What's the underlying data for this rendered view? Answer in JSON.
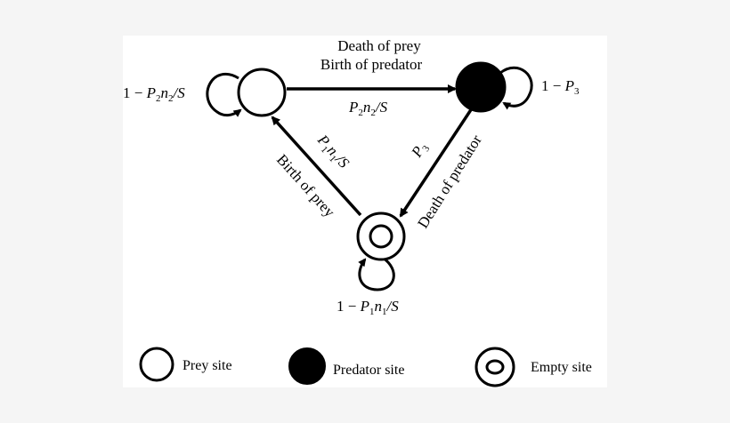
{
  "colors": {
    "page_background": "#f5f5f5",
    "panel_background": "#ffffff",
    "ink": "#000000"
  },
  "transitions": {
    "prey_to_predator": {
      "event_line1": "Death of prey",
      "event_line2": "Birth of predator",
      "rate": {
        "p": "P",
        "p_sub": "2",
        "n": "n",
        "n_sub": "2",
        "tail": "/S"
      }
    },
    "predator_to_empty": {
      "event": "Death of predator",
      "rate": {
        "p": "P",
        "p_sub": "3"
      }
    },
    "empty_to_prey": {
      "event": "Birth of prey",
      "rate": {
        "p": "P",
        "p_sub": "1",
        "n": "n",
        "n_sub": "1",
        "tail": "/S"
      }
    }
  },
  "self_loops": {
    "prey": {
      "prefix": "1 − ",
      "p": "P",
      "p_sub": "2",
      "n": "n",
      "n_sub": "2",
      "tail": "/S"
    },
    "predator": {
      "prefix": "1 − ",
      "p": "P",
      "p_sub": "3"
    },
    "empty": {
      "prefix": "1 − ",
      "p": "P",
      "p_sub": "1",
      "n": "n",
      "n_sub": "1",
      "tail": "/S"
    }
  },
  "legend": {
    "prey": "Prey site",
    "predator": "Predator site",
    "empty": "Empty site"
  }
}
